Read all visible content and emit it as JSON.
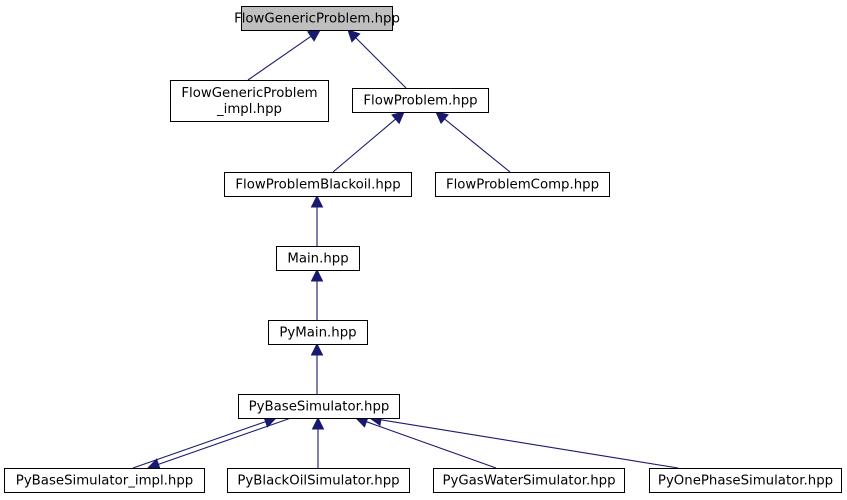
{
  "graph": {
    "type": "include-dependency-graph",
    "root": "FlowGenericProblem.hpp",
    "colors": {
      "root_fill": "#bfbfbf",
      "node_fill": "#ffffff",
      "edge": "#191970"
    },
    "nodes": [
      {
        "id": "n0",
        "label": [
          "FlowGenericProblem.hpp"
        ],
        "root": true
      },
      {
        "id": "n1",
        "label": [
          "FlowGenericProblem",
          "_impl.hpp"
        ]
      },
      {
        "id": "n2",
        "label": [
          "FlowProblem.hpp"
        ]
      },
      {
        "id": "n3",
        "label": [
          "FlowProblemBlackoil.hpp"
        ]
      },
      {
        "id": "n4",
        "label": [
          "FlowProblemComp.hpp"
        ]
      },
      {
        "id": "n5",
        "label": [
          "Main.hpp"
        ]
      },
      {
        "id": "n6",
        "label": [
          "PyMain.hpp"
        ]
      },
      {
        "id": "n7",
        "label": [
          "PyBaseSimulator.hpp"
        ]
      },
      {
        "id": "n8",
        "label": [
          "PyBaseSimulator_impl.hpp"
        ]
      },
      {
        "id": "n9",
        "label": [
          "PyBlackOilSimulator.hpp"
        ]
      },
      {
        "id": "n10",
        "label": [
          "PyGasWaterSimulator.hpp"
        ]
      },
      {
        "id": "n11",
        "label": [
          "PyOnePhaseSimulator.hpp"
        ]
      }
    ],
    "edges": [
      {
        "from": "n1",
        "to": "n0"
      },
      {
        "from": "n2",
        "to": "n0"
      },
      {
        "from": "n3",
        "to": "n2"
      },
      {
        "from": "n4",
        "to": "n2"
      },
      {
        "from": "n5",
        "to": "n3"
      },
      {
        "from": "n6",
        "to": "n5"
      },
      {
        "from": "n7",
        "to": "n6"
      },
      {
        "from": "n8",
        "to": "n7"
      },
      {
        "from": "n7",
        "to": "n8"
      },
      {
        "from": "n9",
        "to": "n7"
      },
      {
        "from": "n10",
        "to": "n7"
      },
      {
        "from": "n11",
        "to": "n7"
      }
    ]
  }
}
